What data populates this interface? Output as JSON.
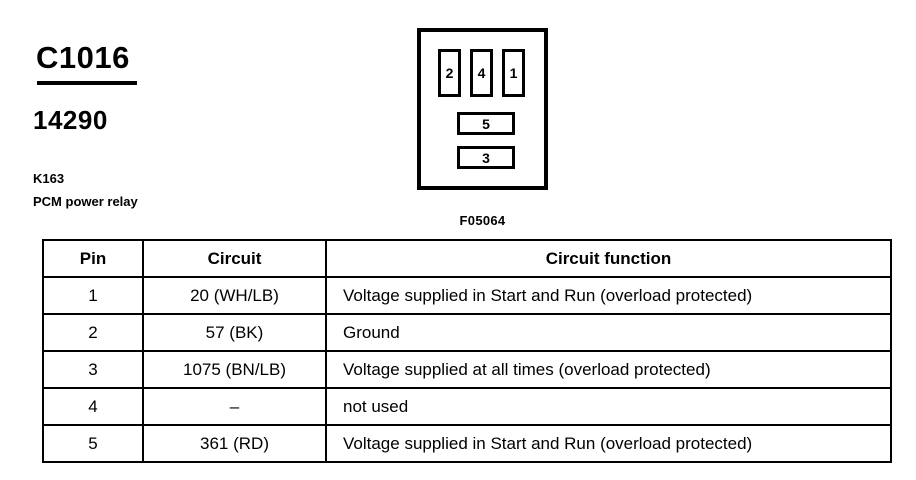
{
  "header": {
    "connector_id": "C1016",
    "part_number": "14290",
    "component_code": "K163",
    "component_name": "PCM power relay"
  },
  "connector_diagram": {
    "caption": "F05064",
    "slots": [
      {
        "label": "2",
        "orientation": "vertical"
      },
      {
        "label": "4",
        "orientation": "vertical"
      },
      {
        "label": "1",
        "orientation": "vertical"
      },
      {
        "label": "5",
        "orientation": "horizontal"
      },
      {
        "label": "3",
        "orientation": "horizontal"
      }
    ]
  },
  "pin_table": {
    "columns": [
      "Pin",
      "Circuit",
      "Circuit function"
    ],
    "rows": [
      {
        "pin": "1",
        "circuit": "20 (WH/LB)",
        "function": "Voltage supplied in Start and Run (overload protected)"
      },
      {
        "pin": "2",
        "circuit": "57 (BK)",
        "function": "Ground"
      },
      {
        "pin": "3",
        "circuit": "1075 (BN/LB)",
        "function": "Voltage supplied at all times (overload protected)"
      },
      {
        "pin": "4",
        "circuit": "–",
        "function": "not used"
      },
      {
        "pin": "5",
        "circuit": "361 (RD)",
        "function": "Voltage supplied in Start and Run (overload protected)"
      }
    ]
  }
}
